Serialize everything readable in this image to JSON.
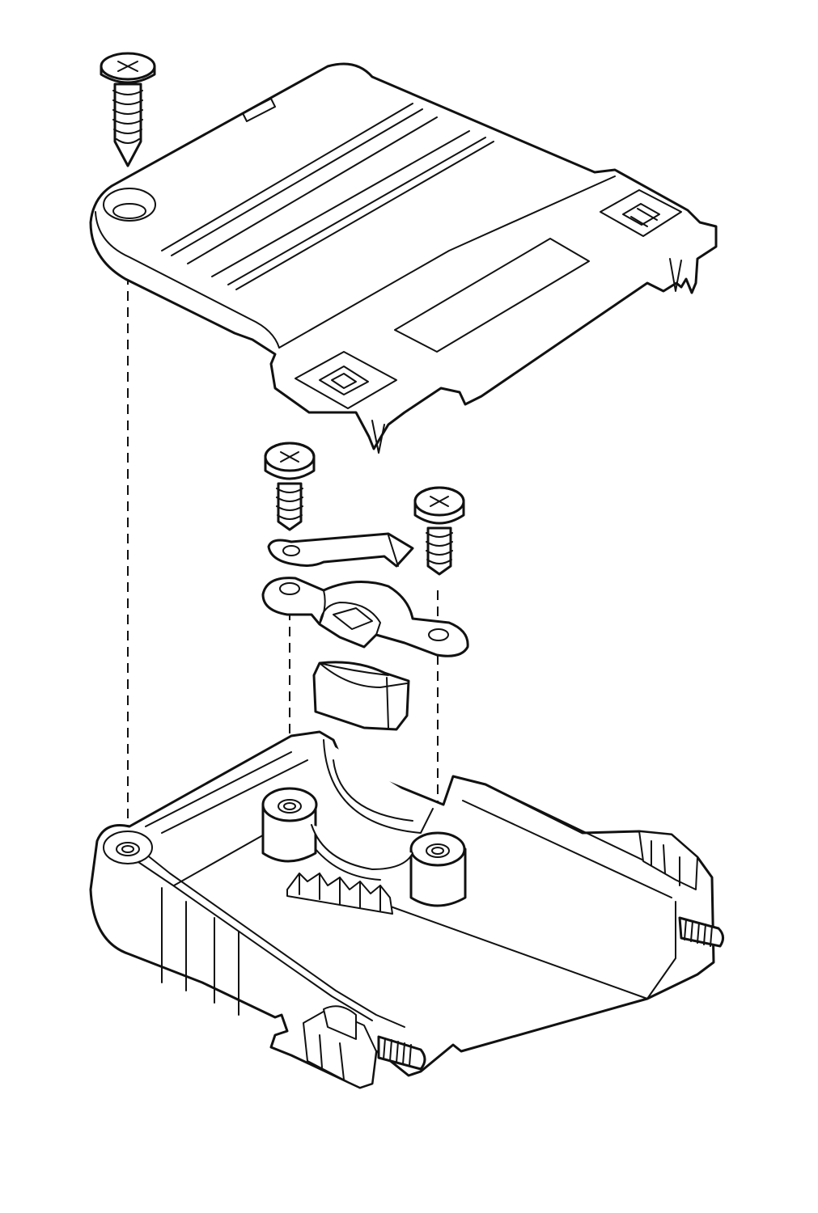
{
  "diagram": {
    "colors": {
      "stroke": "#111111",
      "background": "#ffffff"
    },
    "parts": [
      "cover-wood-screw",
      "top-cover",
      "clamp-screw-left",
      "clamp-screw-right",
      "strain-relief-tab",
      "cable-clamp",
      "cable-insert",
      "base-housing",
      "jack-screw-right",
      "jack-screw-front"
    ]
  }
}
